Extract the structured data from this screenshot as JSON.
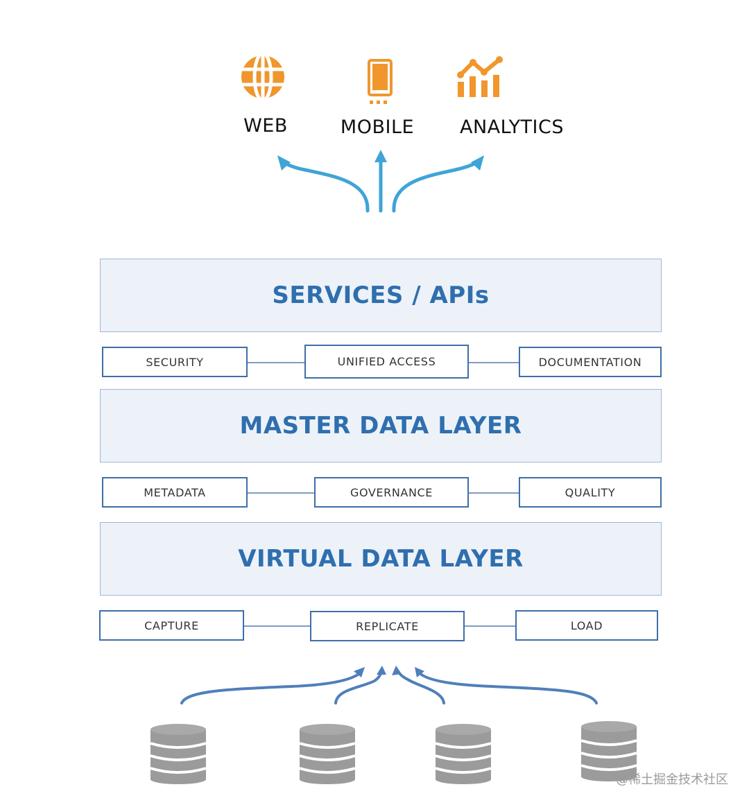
{
  "consumers": {
    "web": {
      "label": "WEB",
      "icon": "globe-icon"
    },
    "mobile": {
      "label": "MOBILE",
      "icon": "smartphone-icon"
    },
    "analytics": {
      "label": "ANALYTICS",
      "icon": "bar-chart-icon"
    }
  },
  "layers": {
    "services": "SERVICES / APIs",
    "master": "MASTER DATA LAYER",
    "virtual": "VIRTUAL DATA LAYER"
  },
  "capabilities": {
    "row1": {
      "left": "SECURITY",
      "center": "UNIFIED ACCESS",
      "right": "DOCUMENTATION"
    },
    "row2": {
      "left": "METADATA",
      "center": "GOVERNANCE",
      "right": "QUALITY"
    },
    "row3": {
      "left": "CAPTURE",
      "center": "REPLICATE",
      "right": "LOAD"
    }
  },
  "sources": {
    "count": 4,
    "icon": "database-icon"
  },
  "watermark": "@稀土掘金技术社区",
  "colors": {
    "icon_orange": "#f0962c",
    "arrow_blue_top": "#3fa4d6",
    "arrow_blue_bottom": "#4f7fba",
    "layer_fill": "#edf2f9",
    "layer_text": "#2f6fae",
    "box_border": "#3c6fa7",
    "database_gray": "#9b9b9b"
  }
}
